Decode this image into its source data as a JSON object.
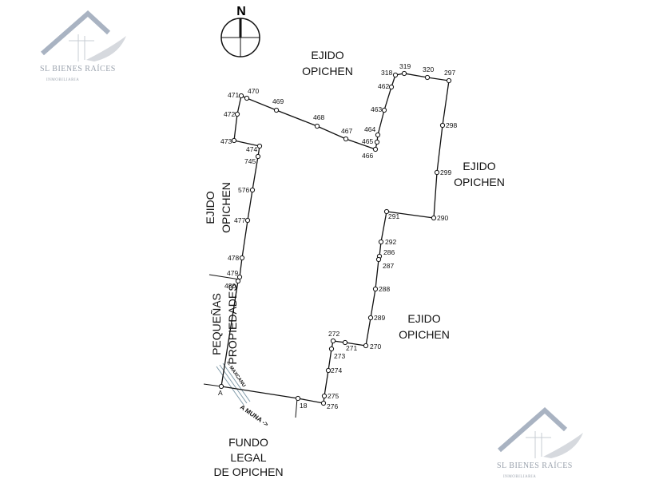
{
  "compass": {
    "north_label": "N"
  },
  "regions": {
    "north": [
      "EJIDO",
      "OPICHEN"
    ],
    "east": [
      "EJIDO",
      "OPICHEN"
    ],
    "southeast": [
      "EJIDO",
      "OPICHEN"
    ],
    "west": [
      "EJIDO",
      "OPICHEN"
    ],
    "pequenas": [
      "PEQUEÑAS",
      "PROPIEDADES"
    ],
    "fundo": [
      "FUNDO",
      "LEGAL",
      "DE OPICHEN"
    ]
  },
  "road": {
    "to_muna": "A MUNA ->",
    "to_maxcanu": "<- MAXCANU"
  },
  "vertices": [
    "471",
    "470",
    "469",
    "468",
    "467",
    "466",
    "465",
    "464",
    "463",
    "462",
    "318",
    "319",
    "320",
    "297",
    "298",
    "299",
    "290",
    "291",
    "292",
    "286",
    "287",
    "288",
    "289",
    "270",
    "271",
    "272",
    "273",
    "274",
    "275",
    "276",
    "18",
    "A",
    "480",
    "479",
    "478",
    "477",
    "576",
    "745",
    "474",
    "473",
    "472"
  ],
  "logo": {
    "name": "SL BIENES RAÍCES",
    "tagline": "INMOBILIARIA"
  },
  "colors": {
    "line": "#111111",
    "logo": "#a9b3c2",
    "road": "#7f9aa8"
  }
}
